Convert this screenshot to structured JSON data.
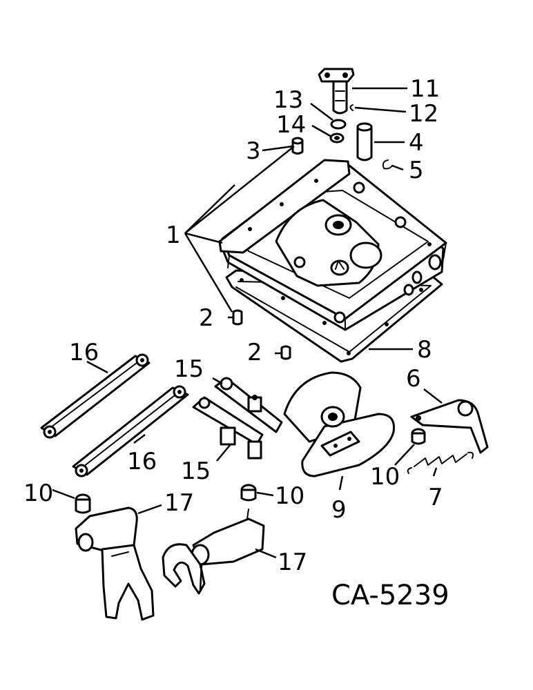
{
  "diagram": {
    "code": "CA-5239",
    "labels": [
      "1",
      "2",
      "2",
      "3",
      "4",
      "5",
      "6",
      "7",
      "8",
      "9",
      "10",
      "10",
      "10",
      "11",
      "12",
      "13",
      "14",
      "15",
      "15",
      "16",
      "16",
      "17",
      "17"
    ]
  }
}
